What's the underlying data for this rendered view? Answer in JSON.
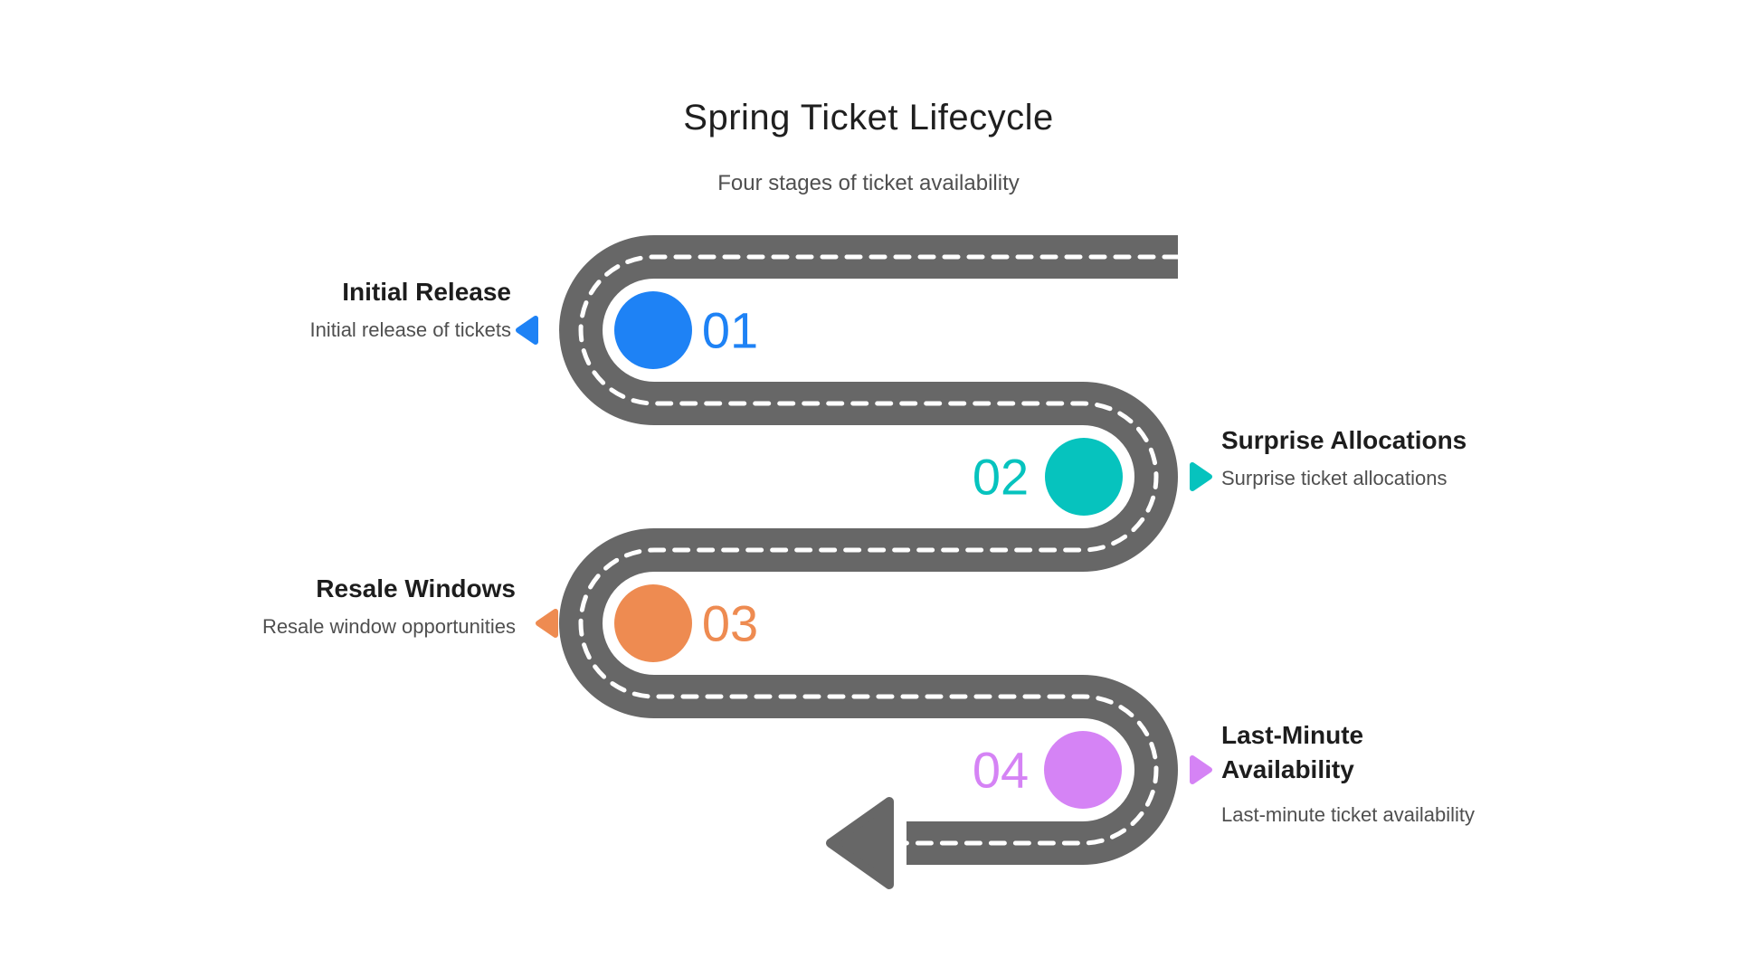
{
  "header": {
    "title": "Spring Ticket Lifecycle",
    "subtitle": "Four stages of ticket availability"
  },
  "road": {
    "color": "#676767",
    "dash_color": "#ffffff"
  },
  "stages": [
    {
      "number": "01",
      "title": "Initial Release",
      "description": "Initial release of tickets",
      "color": "#1e82f5"
    },
    {
      "number": "02",
      "title": "Surprise Allocations",
      "description": "Surprise ticket allocations",
      "color": "#06c3be"
    },
    {
      "number": "03",
      "title": "Resale Windows",
      "description": "Resale window opportunities",
      "color": "#ee8b51"
    },
    {
      "number": "04",
      "title": "Last-Minute Availability",
      "description": "Last-minute ticket availability",
      "color": "#d583f5"
    }
  ]
}
